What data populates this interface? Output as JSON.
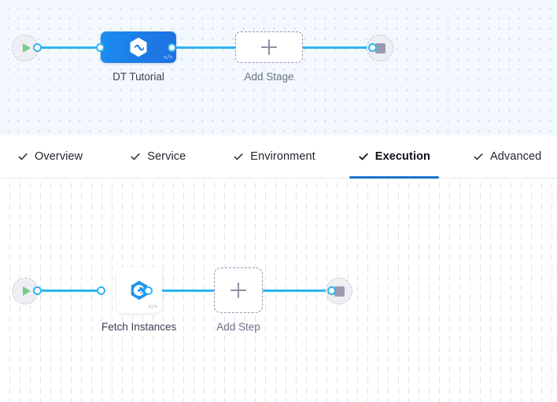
{
  "theme": {
    "accent_blue": "#1a73c7",
    "edge_blue": "#2eb5f0",
    "stage_node_blue": "#1b7fe8",
    "start_green": "#6fd18a",
    "stop_gray": "#9a9ab0",
    "canvas_top_bg": "#f2f8fd",
    "canvas_bottom_bg": "#ffffff"
  },
  "stage_canvas": {
    "name": "pipeline-stages-canvas",
    "start_node": {
      "icon": "play-icon",
      "label": ""
    },
    "nodes": [
      {
        "id": "dt-tutorial",
        "label": "DT Tutorial",
        "icon": "hexagon-infinity-icon",
        "badge": "</>"
      }
    ],
    "add_placeholder": {
      "label": "Add Stage",
      "icon": "plus-icon"
    },
    "end_node": {
      "icon": "stop-icon",
      "label": ""
    }
  },
  "tabs": {
    "name": "pipeline-config-tabs",
    "items": [
      {
        "label": "Overview",
        "icon": "check-icon",
        "active": false
      },
      {
        "label": "Service",
        "icon": "check-icon",
        "active": false
      },
      {
        "label": "Environment",
        "icon": "check-icon",
        "active": false
      },
      {
        "label": "Execution",
        "icon": "check-icon",
        "active": true
      },
      {
        "label": "Advanced",
        "icon": "check-icon",
        "active": false
      }
    ]
  },
  "step_canvas": {
    "name": "execution-steps-canvas",
    "start_node": {
      "icon": "play-icon",
      "label": ""
    },
    "nodes": [
      {
        "id": "fetch-instances",
        "label": "Fetch Instances",
        "icon": "hexagon-swirl-icon",
        "badge": "</>"
      }
    ],
    "add_placeholder": {
      "label": "Add Step",
      "icon": "plus-icon"
    },
    "end_node": {
      "icon": "stop-icon",
      "label": ""
    }
  }
}
